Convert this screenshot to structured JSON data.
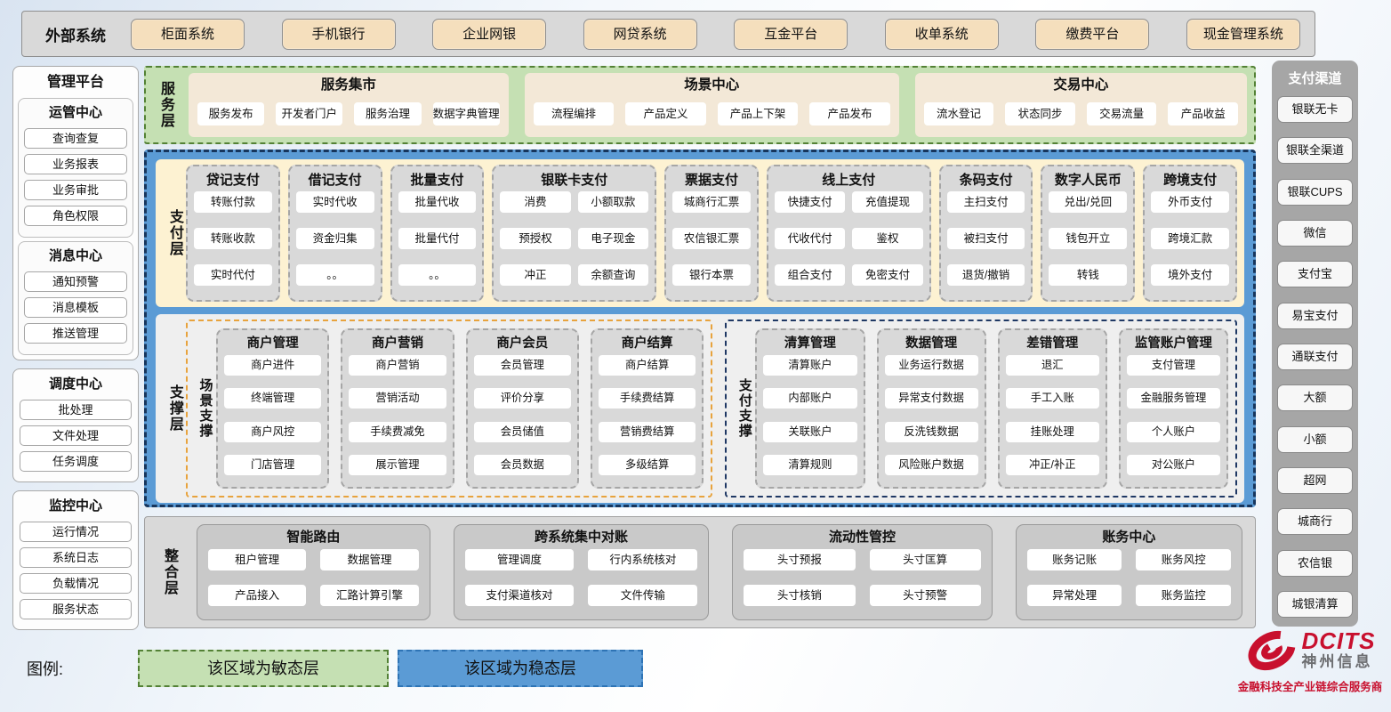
{
  "external_systems": {
    "label": "外部系统",
    "items": [
      "柜面系统",
      "手机银行",
      "企业网银",
      "网贷系统",
      "互金平台",
      "收单系统",
      "缴费平台",
      "现金管理系统"
    ]
  },
  "management_platform": {
    "title": "管理平台",
    "groups": [
      {
        "title": "运管中心",
        "items": [
          "查询查复",
          "业务报表",
          "业务审批",
          "角色权限"
        ]
      },
      {
        "title": "消息中心",
        "items": [
          "通知预警",
          "消息模板",
          "推送管理"
        ]
      },
      {
        "title": "调度中心",
        "items": [
          "批处理",
          "文件处理",
          "任务调度"
        ]
      },
      {
        "title": "监控中心",
        "items": [
          "运行情况",
          "系统日志",
          "负载情况",
          "服务状态"
        ]
      }
    ]
  },
  "service_layer": {
    "label": "服务层",
    "panels": [
      {
        "title": "服务集市",
        "items": [
          "服务发布",
          "开发者门户",
          "服务治理",
          "数据字典管理"
        ]
      },
      {
        "title": "场景中心",
        "items": [
          "流程编排",
          "产品定义",
          "产品上下架",
          "产品发布"
        ]
      },
      {
        "title": "交易中心",
        "items": [
          "流水登记",
          "状态同步",
          "交易流量",
          "产品收益"
        ]
      }
    ]
  },
  "payment_layer": {
    "label": "支付层",
    "columns": [
      {
        "title": "贷记支付",
        "cols": 1,
        "items": [
          "转账付款",
          "转账收款",
          "实时代付"
        ]
      },
      {
        "title": "借记支付",
        "cols": 1,
        "items": [
          "实时代收",
          "资金归集",
          "。。"
        ]
      },
      {
        "title": "批量支付",
        "cols": 1,
        "items": [
          "批量代收",
          "批量代付",
          "。。"
        ]
      },
      {
        "title": "银联卡支付",
        "cols": 2,
        "items": [
          "消费",
          "小额取款",
          "预授权",
          "电子现金",
          "冲正",
          "余额查询"
        ]
      },
      {
        "title": "票据支付",
        "cols": 1,
        "items": [
          "城商行汇票",
          "农信银汇票",
          "银行本票"
        ]
      },
      {
        "title": "线上支付",
        "cols": 2,
        "items": [
          "快捷支付",
          "充值提现",
          "代收代付",
          "鉴权",
          "组合支付",
          "免密支付"
        ]
      },
      {
        "title": "条码支付",
        "cols": 1,
        "items": [
          "主扫支付",
          "被扫支付",
          "退货/撤销"
        ]
      },
      {
        "title": "数字人民币",
        "cols": 1,
        "items": [
          "兑出/兑回",
          "钱包开立",
          "转钱"
        ]
      },
      {
        "title": "跨境支付",
        "cols": 1,
        "items": [
          "外币支付",
          "跨境汇款",
          "境外支付"
        ]
      }
    ]
  },
  "support_layer": {
    "label": "支撑层",
    "groups": [
      {
        "label": "场景支撑",
        "accent": "#e8a33d",
        "columns": [
          {
            "title": "商户管理",
            "items": [
              "商户进件",
              "终端管理",
              "商户风控",
              "门店管理"
            ]
          },
          {
            "title": "商户营销",
            "items": [
              "商户营销",
              "营销活动",
              "手续费减免",
              "展示管理"
            ]
          },
          {
            "title": "商户会员",
            "items": [
              "会员管理",
              "评价分享",
              "会员储值",
              "会员数据"
            ]
          },
          {
            "title": "商户结算",
            "items": [
              "商户结算",
              "手续费结算",
              "营销费结算",
              "多级结算"
            ]
          }
        ]
      },
      {
        "label": "支付支撑",
        "accent": "#1f3864",
        "columns": [
          {
            "title": "清算管理",
            "items": [
              "清算账户",
              "内部账户",
              "关联账户",
              "清算规则"
            ]
          },
          {
            "title": "数据管理",
            "items": [
              "业务运行数据",
              "异常支付数据",
              "反洗钱数据",
              "风险账户数据"
            ]
          },
          {
            "title": "差错管理",
            "items": [
              "退汇",
              "手工入账",
              "挂账处理",
              "冲正/补正"
            ]
          },
          {
            "title": "监管账户管理",
            "items": [
              "支付管理",
              "金融服务管理",
              "个人账户",
              "对公账户"
            ]
          }
        ]
      }
    ]
  },
  "integration_layer": {
    "label": "整合层",
    "panels": [
      {
        "title": "智能路由",
        "items": [
          "租户管理",
          "数据管理",
          "产品接入",
          "汇路计算引擎"
        ]
      },
      {
        "title": "跨系统集中对账",
        "items": [
          "管理调度",
          "行内系统核对",
          "支付渠道核对",
          "文件传输"
        ]
      },
      {
        "title": "流动性管控",
        "items": [
          "头寸预报",
          "头寸匡算",
          "头寸核销",
          "头寸预警"
        ]
      },
      {
        "title": "账务中心",
        "items": [
          "账务记账",
          "账务风控",
          "异常处理",
          "账务监控"
        ]
      }
    ]
  },
  "payment_channels": {
    "title": "支付渠道",
    "items": [
      "银联无卡",
      "银联全渠道",
      "银联CUPS",
      "微信",
      "支付宝",
      "易宝支付",
      "通联支付",
      "大额",
      "小额",
      "超网",
      "城商行",
      "农信银",
      "城银清算"
    ]
  },
  "legend": {
    "label": "图例:",
    "agile": "该区域为敏态层",
    "stable": "该区域为稳态层"
  },
  "logo": {
    "name": "DCITS",
    "cn": "神州信息",
    "tagline": "金融科技全产业链综合服务商"
  },
  "colors": {
    "agile_green": "#c5e0b3",
    "agile_border": "#538135",
    "stable_blue": "#5b9bd5",
    "stable_border": "#17365d",
    "payment_cream": "#fdf2d2",
    "column_gray": "#d9d9d9",
    "external_tan": "#f5dfbd",
    "channel_gray": "#a6a6a6",
    "scene_accent": "#e8a33d",
    "pay_support_accent": "#1f3864",
    "logo_red": "#c8102e"
  }
}
